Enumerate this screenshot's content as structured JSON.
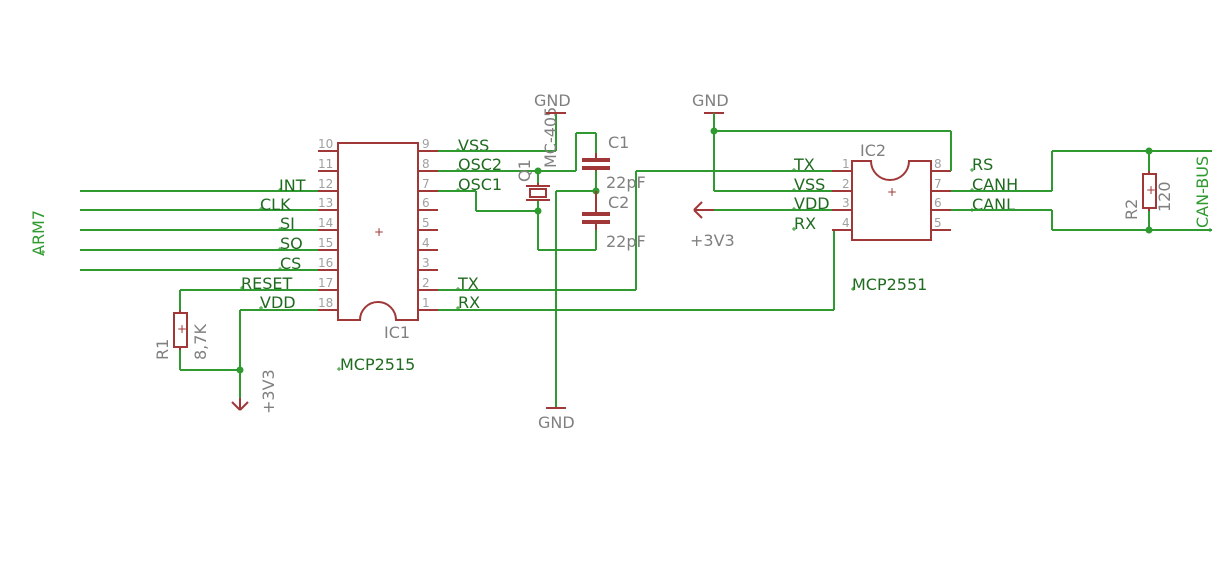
{
  "arm_label": "ARM7",
  "can_label": "CAN-BUS",
  "ic1": {
    "name": "IC1",
    "value": "MCP2515",
    "left_pins": [
      {
        "num": "10",
        "net": ""
      },
      {
        "num": "11",
        "net": ""
      },
      {
        "num": "12",
        "net": "INT"
      },
      {
        "num": "13",
        "net": "CLK"
      },
      {
        "num": "14",
        "net": "SI"
      },
      {
        "num": "15",
        "net": "SO"
      },
      {
        "num": "16",
        "net": "CS"
      },
      {
        "num": "17",
        "net": "RESET"
      },
      {
        "num": "18",
        "net": "VDD"
      }
    ],
    "right_pins": [
      {
        "num": "9",
        "net": "VSS"
      },
      {
        "num": "8",
        "net": "OSC2"
      },
      {
        "num": "7",
        "net": "OSC1"
      },
      {
        "num": "6",
        "net": ""
      },
      {
        "num": "5",
        "net": ""
      },
      {
        "num": "4",
        "net": ""
      },
      {
        "num": "3",
        "net": ""
      },
      {
        "num": "2",
        "net": "TX"
      },
      {
        "num": "1",
        "net": "RX"
      }
    ]
  },
  "ic2": {
    "name": "IC2",
    "value": "MCP2551",
    "left_pins": [
      {
        "num": "1",
        "net": "TX"
      },
      {
        "num": "2",
        "net": "VSS"
      },
      {
        "num": "3",
        "net": "VDD"
      },
      {
        "num": "4",
        "net": "RX"
      }
    ],
    "right_pins": [
      {
        "num": "8",
        "net": "RS"
      },
      {
        "num": "7",
        "net": "CANH"
      },
      {
        "num": "6",
        "net": "CANL"
      },
      {
        "num": "5",
        "net": ""
      }
    ]
  },
  "q1": {
    "name": "Q1",
    "value": "MC-405"
  },
  "c1": {
    "name": "C1",
    "value": "22pF"
  },
  "c2": {
    "name": "C2",
    "value": "22pF"
  },
  "r1": {
    "name": "R1",
    "value": "8,7K"
  },
  "r2": {
    "name": "R2",
    "value": "120"
  },
  "supplies": {
    "gnd_top_left": "GND",
    "gnd_top_right": "GND",
    "gnd_bottom": "GND",
    "v33_left": "+3V3",
    "v33_right": "+3V3"
  }
}
